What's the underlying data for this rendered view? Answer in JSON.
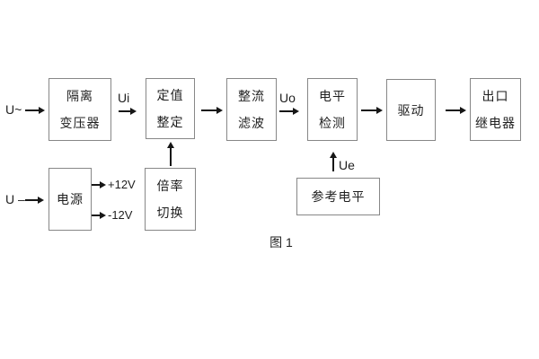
{
  "diagram": {
    "caption": "图 1",
    "colors": {
      "background": "#ffffff",
      "box_border": "#878787",
      "text": "#1f1f1f",
      "arrow": "#161616"
    },
    "inputs": {
      "ac_label": "U~",
      "dc_label": "U –"
    },
    "signal_labels": {
      "ui": "Ui",
      "uo": "Uo",
      "ue": "Ue",
      "plus_rail": "+12V",
      "minus_rail": "-12V"
    },
    "blocks": {
      "isolation_transformer": {
        "line1": "隔离",
        "line2": "变压器"
      },
      "setting_adjust": {
        "line1": "定值",
        "line2": "整定"
      },
      "rectifier_filter": {
        "line1": "整流",
        "line2": "滤波"
      },
      "level_detect": {
        "line1": "电平",
        "line2": "检测"
      },
      "drive": {
        "label": "驱动"
      },
      "output_relay": {
        "line1": "出口",
        "line2": "继电器"
      },
      "power_supply": {
        "label": "电源"
      },
      "ratio_switch": {
        "line1": "倍率",
        "line2": "切换"
      },
      "reference_level": {
        "label": "参考电平"
      }
    }
  }
}
